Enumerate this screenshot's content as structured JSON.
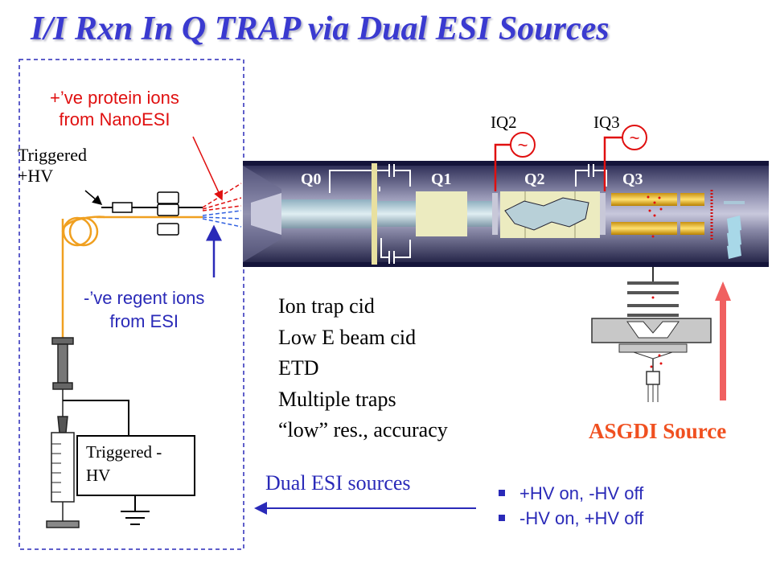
{
  "title": "I/I Rxn In Q TRAP via Dual ESI Sources",
  "labels": {
    "protein_line1": "+’ve protein ions",
    "protein_line2": "from NanoESI",
    "regent_line1": "-’ve regent ions",
    "regent_line2": "from ESI",
    "triggered_hv_top_1": "Triggered",
    "triggered_hv_top_2": "+HV",
    "triggered_hv_box_1": "Triggered -",
    "triggered_hv_box_2": "HV",
    "q0": "Q0",
    "q1": "Q1",
    "q2": "Q2",
    "q3": "Q3",
    "iq2": "IQ2",
    "iq3": "IQ3",
    "ac_symbol": "~",
    "asgdi": "ASGDI Source",
    "dual_esi": "Dual ESI sources"
  },
  "methods": [
    "Ion trap cid",
    "Low E beam cid",
    "ETD",
    "Multiple traps",
    "“low” res., accuracy"
  ],
  "bullets": [
    "+HV on, -HV off",
    "-HV on, +HV off"
  ],
  "colors": {
    "title": "#3a3ad0",
    "red_label": "#e01010",
    "blue_label": "#2a2ab8",
    "asgdi": "#f05020",
    "capillary": "#f0a020",
    "chamber": "#1c1c48"
  }
}
